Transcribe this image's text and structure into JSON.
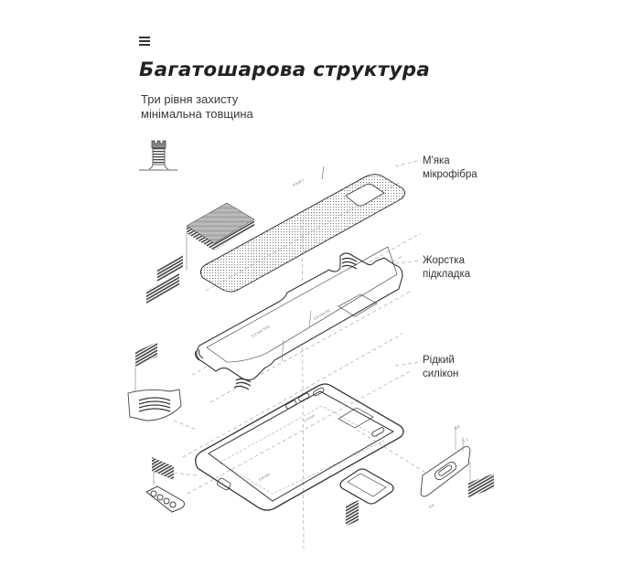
{
  "header": {
    "menu_icon": "hamburger-menu-icon",
    "title": "Багатошарова структура",
    "subtitle_line1": "Три рівня захисту",
    "subtitle_line2": "мінімальна товщина"
  },
  "layers": [
    {
      "line1": "М'яка",
      "line2": "мікрофібра"
    },
    {
      "line1": "Жорстка",
      "line2": "підкладка"
    },
    {
      "line1": "Рідкий",
      "line2": "силікон"
    }
  ],
  "icons": {
    "fortress": "tower-icon"
  },
  "colors": {
    "background": "#ffffff",
    "text": "#2b2b2b",
    "line": "#3a3a3a",
    "dash": "#9a9a9a"
  }
}
